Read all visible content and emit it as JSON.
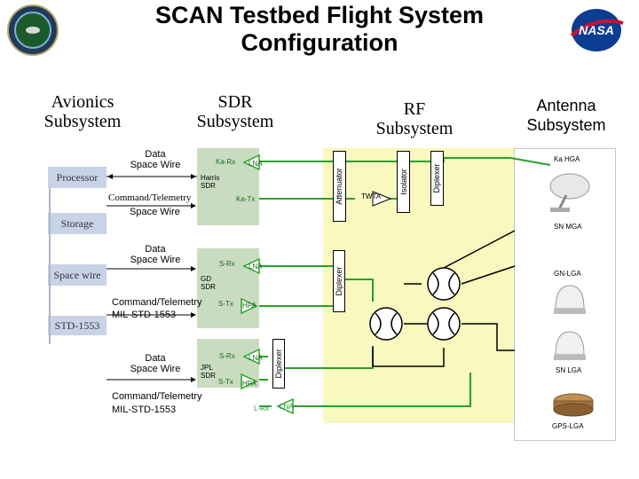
{
  "title_line1": "SCAN Testbed Flight System",
  "title_line2": "Configuration",
  "logos": {
    "left": "scan-mission-patch",
    "right": "nasa-meatball"
  },
  "subsystems": {
    "avionics": [
      "Avionics",
      "Subsystem"
    ],
    "sdr": [
      "SDR",
      "Subsystem"
    ],
    "rf": [
      "RF",
      "Subsystem"
    ],
    "antenna": [
      "Antenna",
      "Subsystem"
    ]
  },
  "avionics_blocks": {
    "processor": "Processor",
    "storage": "Storage",
    "space_wire": "Space wire",
    "std": "STD-1553"
  },
  "harris": {
    "data": [
      "Data",
      "Space Wire"
    ],
    "cmd": "Command/Telemetry",
    "cmd_sub": "Space Wire",
    "name": [
      "Harris",
      "SDR"
    ],
    "rx": "Ka-Rx",
    "lna": "LNA",
    "tx": "Ka-Tx"
  },
  "gd": {
    "data": [
      "Data",
      "Space Wire"
    ],
    "cmd": "Command/Telemetry",
    "cmd_sub": "MIL-STD-1553",
    "name": [
      "GD",
      "SDR"
    ],
    "rx": "S-Rx",
    "lna": "LNA",
    "tx": "S-Tx",
    "hpa": "HPA"
  },
  "jpl": {
    "data": [
      "Data",
      "Space Wire"
    ],
    "cmd": "Command/Telemetry",
    "cmd_sub": "MIL-STD-1553",
    "name": [
      "JPL",
      "SDR"
    ],
    "rx": "S-Rx",
    "lna": "LNA",
    "tx": "S-Tx",
    "hpa": "HPA"
  },
  "rf": {
    "attenuator": "Attenuator",
    "twta": "TWTA",
    "isolator": "Isolator",
    "diplexer_top": "Diplexer",
    "diplexer_mid": "Diplexer",
    "diplexer_low": "Diplexer",
    "lrx": "L-Rx",
    "lna": "LNA"
  },
  "antennas": {
    "ka_hga": "Ka HGA",
    "sn_mga": "SN MGA",
    "gn_lga": "GN-LGA",
    "sn_lga": "SN LGA",
    "gps_lga": "GPS-LGA"
  },
  "colors": {
    "green_line": "#2aa12a",
    "sdr_fill": "#c9dcc0",
    "rf_fill": "#f8f8bf",
    "block_fill": "#c8d3e6",
    "nasa_blue": "#0b3d91",
    "nasa_red": "#d0102e"
  }
}
